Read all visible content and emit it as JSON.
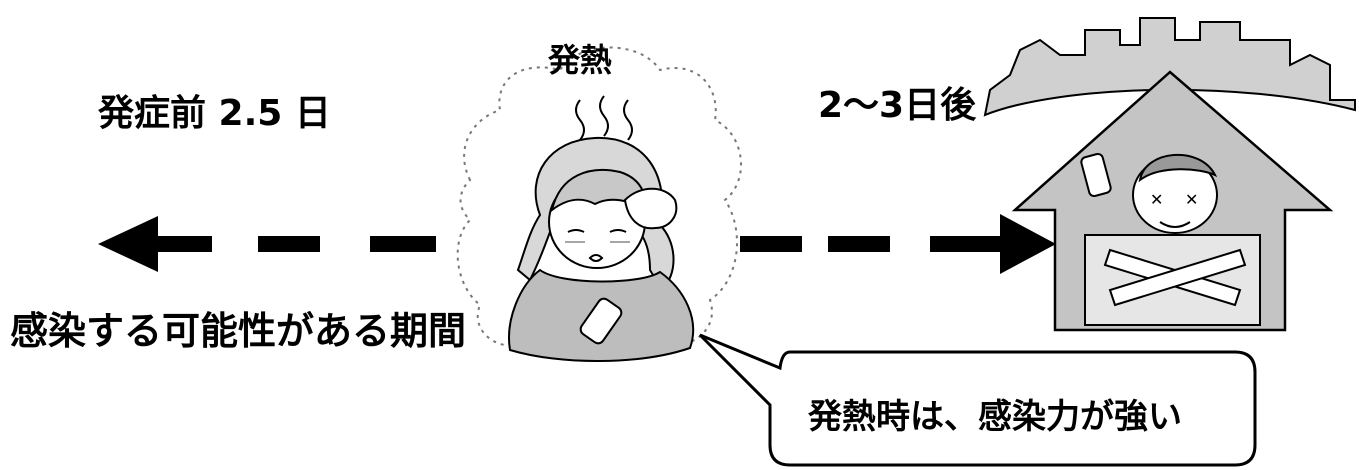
{
  "labels": {
    "before": "発症前 2.5 日",
    "fever": "発熱",
    "after": "2～3日後",
    "period": "感染する可能性がある期間",
    "callout": "発熱時は、感染力が強い"
  },
  "colors": {
    "ink": "#000000",
    "fill_gray": "#bdbdbd",
    "background": "#ffffff"
  }
}
